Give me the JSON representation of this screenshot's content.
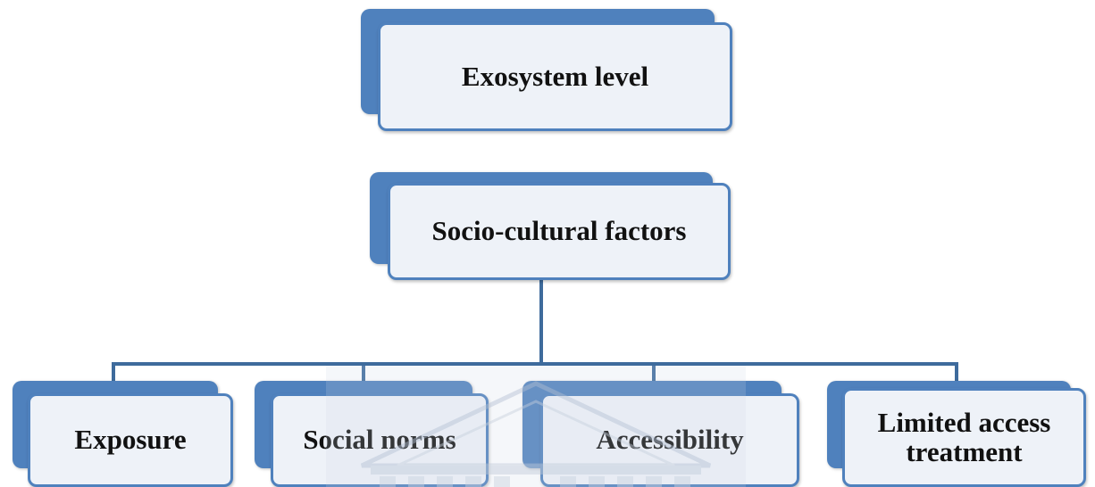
{
  "diagram": {
    "level": {
      "label": "Exosystem level"
    },
    "factor": {
      "label": "Socio-cultural factors"
    },
    "children": [
      {
        "label": "Exposure"
      },
      {
        "label": "Social norms"
      },
      {
        "label": "Accessibility"
      },
      {
        "label": "Limited access treatment"
      }
    ]
  },
  "colors": {
    "box_border": "#4f81bd",
    "box_fill": "#eef2f8",
    "connector": "#3e6b9c"
  }
}
